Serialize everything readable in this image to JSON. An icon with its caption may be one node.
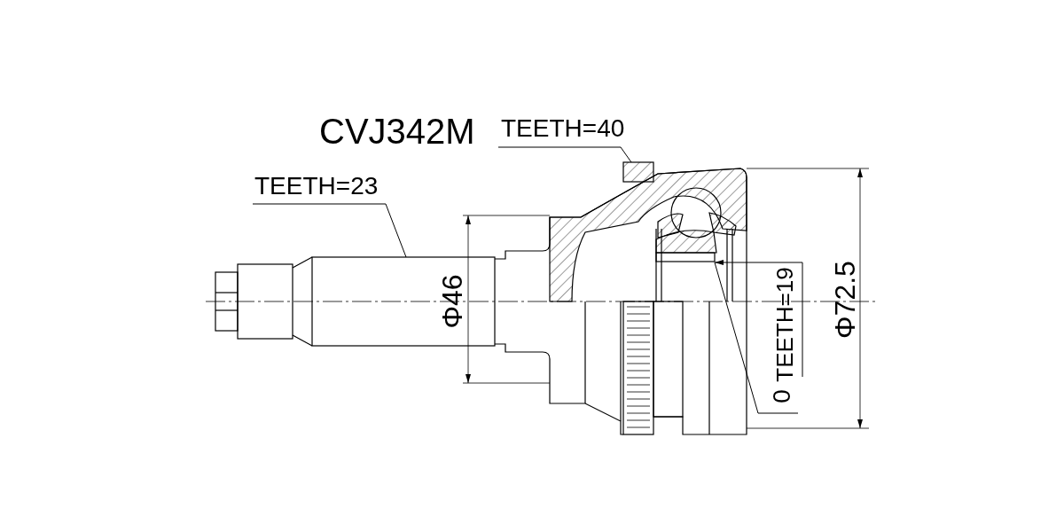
{
  "diagram": {
    "title": "CVJ342M",
    "nodes": [
      {
        "text": [
          "TEETH=23"
        ]
      },
      {
        "text": [],
        "shape": "box"
      },
      {
        "text": [
          "TEETH=40"
        ]
      },
      {
        "text": [],
        "shape": "box"
      },
      {
        "text": [
          "TEETH=19"
        ]
      },
      {
        "text": [],
        "shape": "box"
      },
      {
        "text": [
          "0"
        ]
      }
    ],
    "edges": [
      {
        "from": 0,
        "to": 1,
        "arrow": "none"
      },
      {
        "from": 2,
        "to": 3,
        "arrow": "none"
      },
      {
        "from": 4,
        "to": 5,
        "arrow": "to"
      },
      {
        "from": 6,
        "to": 5,
        "arrow": "none"
      }
    ],
    "labels": [
      "Φ46",
      "Φ72.5"
    ]
  }
}
